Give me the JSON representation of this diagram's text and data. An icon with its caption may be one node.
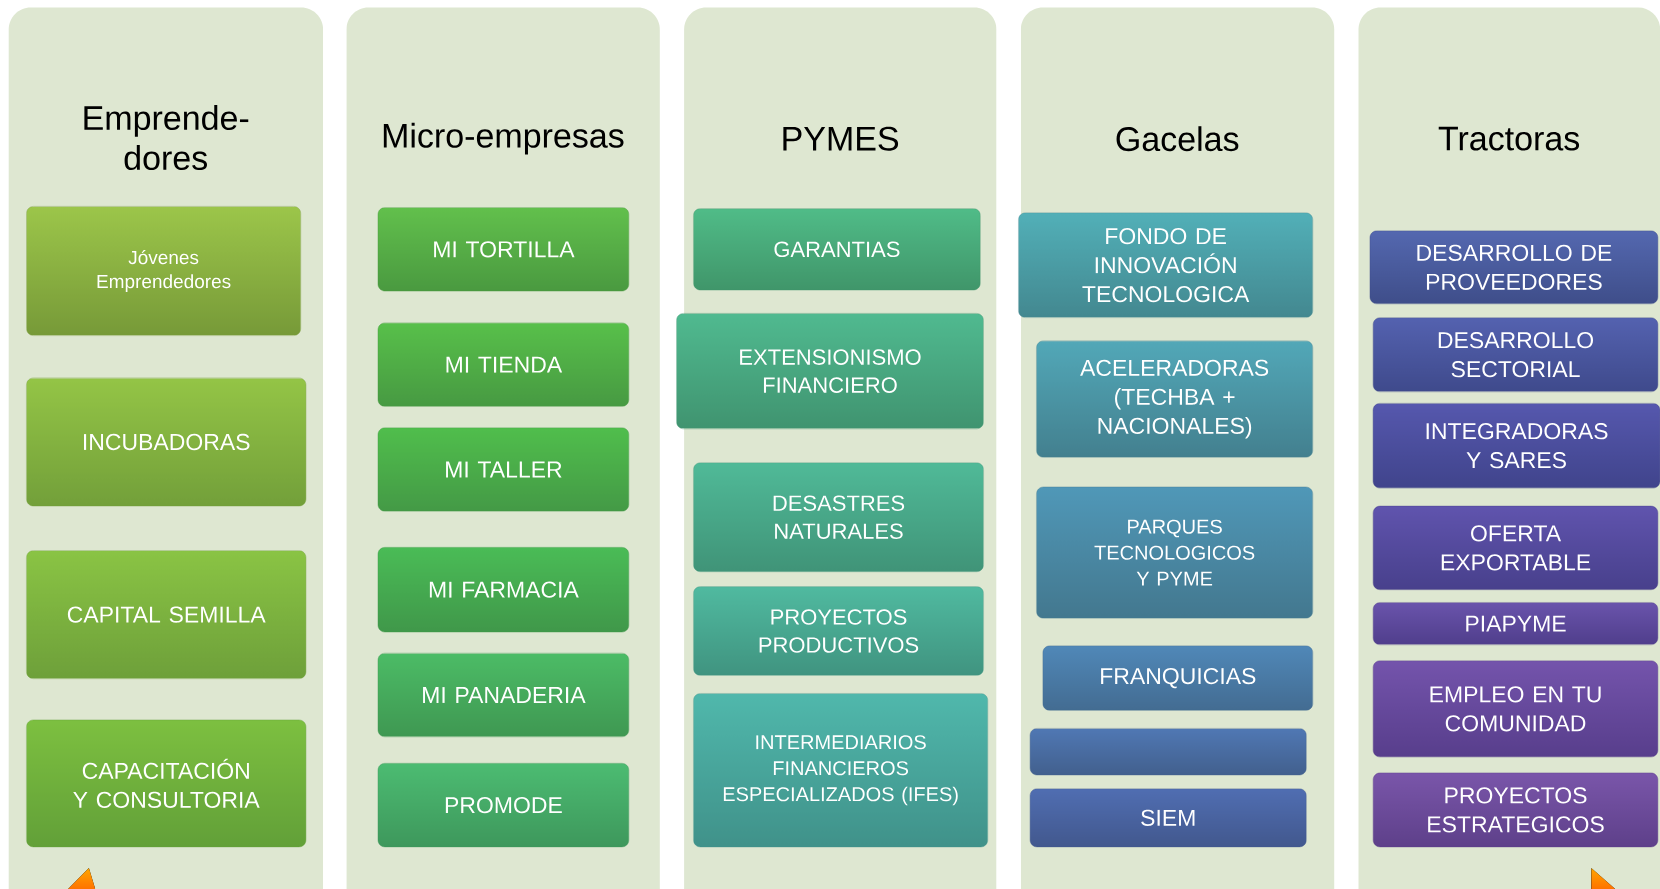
{
  "diagram": {
    "nodes": [
      {
        "text": [
          "Emprende- dores"
        ]
      },
      {
        "text": [
          "Jóvenes Emprendedores"
        ],
        "in": 0
      },
      {
        "text": [
          "INCUBADORAS"
        ],
        "in": 0
      },
      {
        "text": [
          "CAPITAL SEMILLA"
        ],
        "in": 0
      },
      {
        "text": [
          "CAPACITACIÓN Y CONSULTORIA"
        ],
        "in": 0
      },
      {
        "text": [
          "Micro-empresas"
        ]
      },
      {
        "text": [
          "MI TORTILLA"
        ],
        "in": 5
      },
      {
        "text": [
          "MI TIENDA"
        ],
        "in": 5
      },
      {
        "text": [
          "MI TALLER"
        ],
        "in": 5
      },
      {
        "text": [
          "MI FARMACIA"
        ],
        "in": 5
      },
      {
        "text": [
          "MI PANADERIA"
        ],
        "in": 5
      },
      {
        "text": [
          "PROMODE"
        ],
        "in": 5
      },
      {
        "text": [
          "PYMES"
        ]
      },
      {
        "text": [
          "GARANTIAS"
        ],
        "in": 12
      },
      {
        "text": [
          "EXTENSIONISMO FINANCIERO"
        ],
        "in": 12
      },
      {
        "text": [
          "DESASTRES NATURALES"
        ],
        "in": 12
      },
      {
        "text": [
          "PROYECTOS PRODUCTIVOS"
        ],
        "in": 12
      },
      {
        "text": [
          "INTERMEDIARIOS FINANCIEROS ESPECIALIZADOS (IFES)"
        ],
        "in": 12
      },
      {
        "text": [
          "Gacelas"
        ]
      },
      {
        "text": [
          "FONDO DE INNOVACIÓN TECNOLOGICA"
        ],
        "in": 18
      },
      {
        "text": [
          "ACELERADORAS (TECHBA + NACIONALES)"
        ],
        "in": 18
      },
      {
        "text": [
          "PARQUES TECNOLOGICOS Y PYME"
        ],
        "in": 18
      },
      {
        "text": [
          "FRANQUICIAS"
        ],
        "in": 18
      },
      {
        "text": [],
        "shape": "box",
        "in": 18
      },
      {
        "text": [
          "SIEM"
        ],
        "in": 18
      },
      {
        "text": [
          "Tractoras"
        ]
      },
      {
        "text": [
          "DESARROLLO DE PROVEEDORES"
        ],
        "in": 25
      },
      {
        "text": [
          "DESARROLLO SECTORIAL"
        ],
        "in": 25
      },
      {
        "text": [
          "INTEGRADORAS Y SARES"
        ],
        "in": 25
      },
      {
        "text": [
          "OFERTA EXPORTABLE"
        ],
        "in": 25
      },
      {
        "text": [
          "PIAPYME"
        ],
        "in": 25
      },
      {
        "text": [
          "EMPLEO EN TU COMUNIDAD"
        ],
        "in": 25
      },
      {
        "text": [
          "PROYECTOS ESTRATEGICOS"
        ],
        "in": 25
      }
    ]
  }
}
